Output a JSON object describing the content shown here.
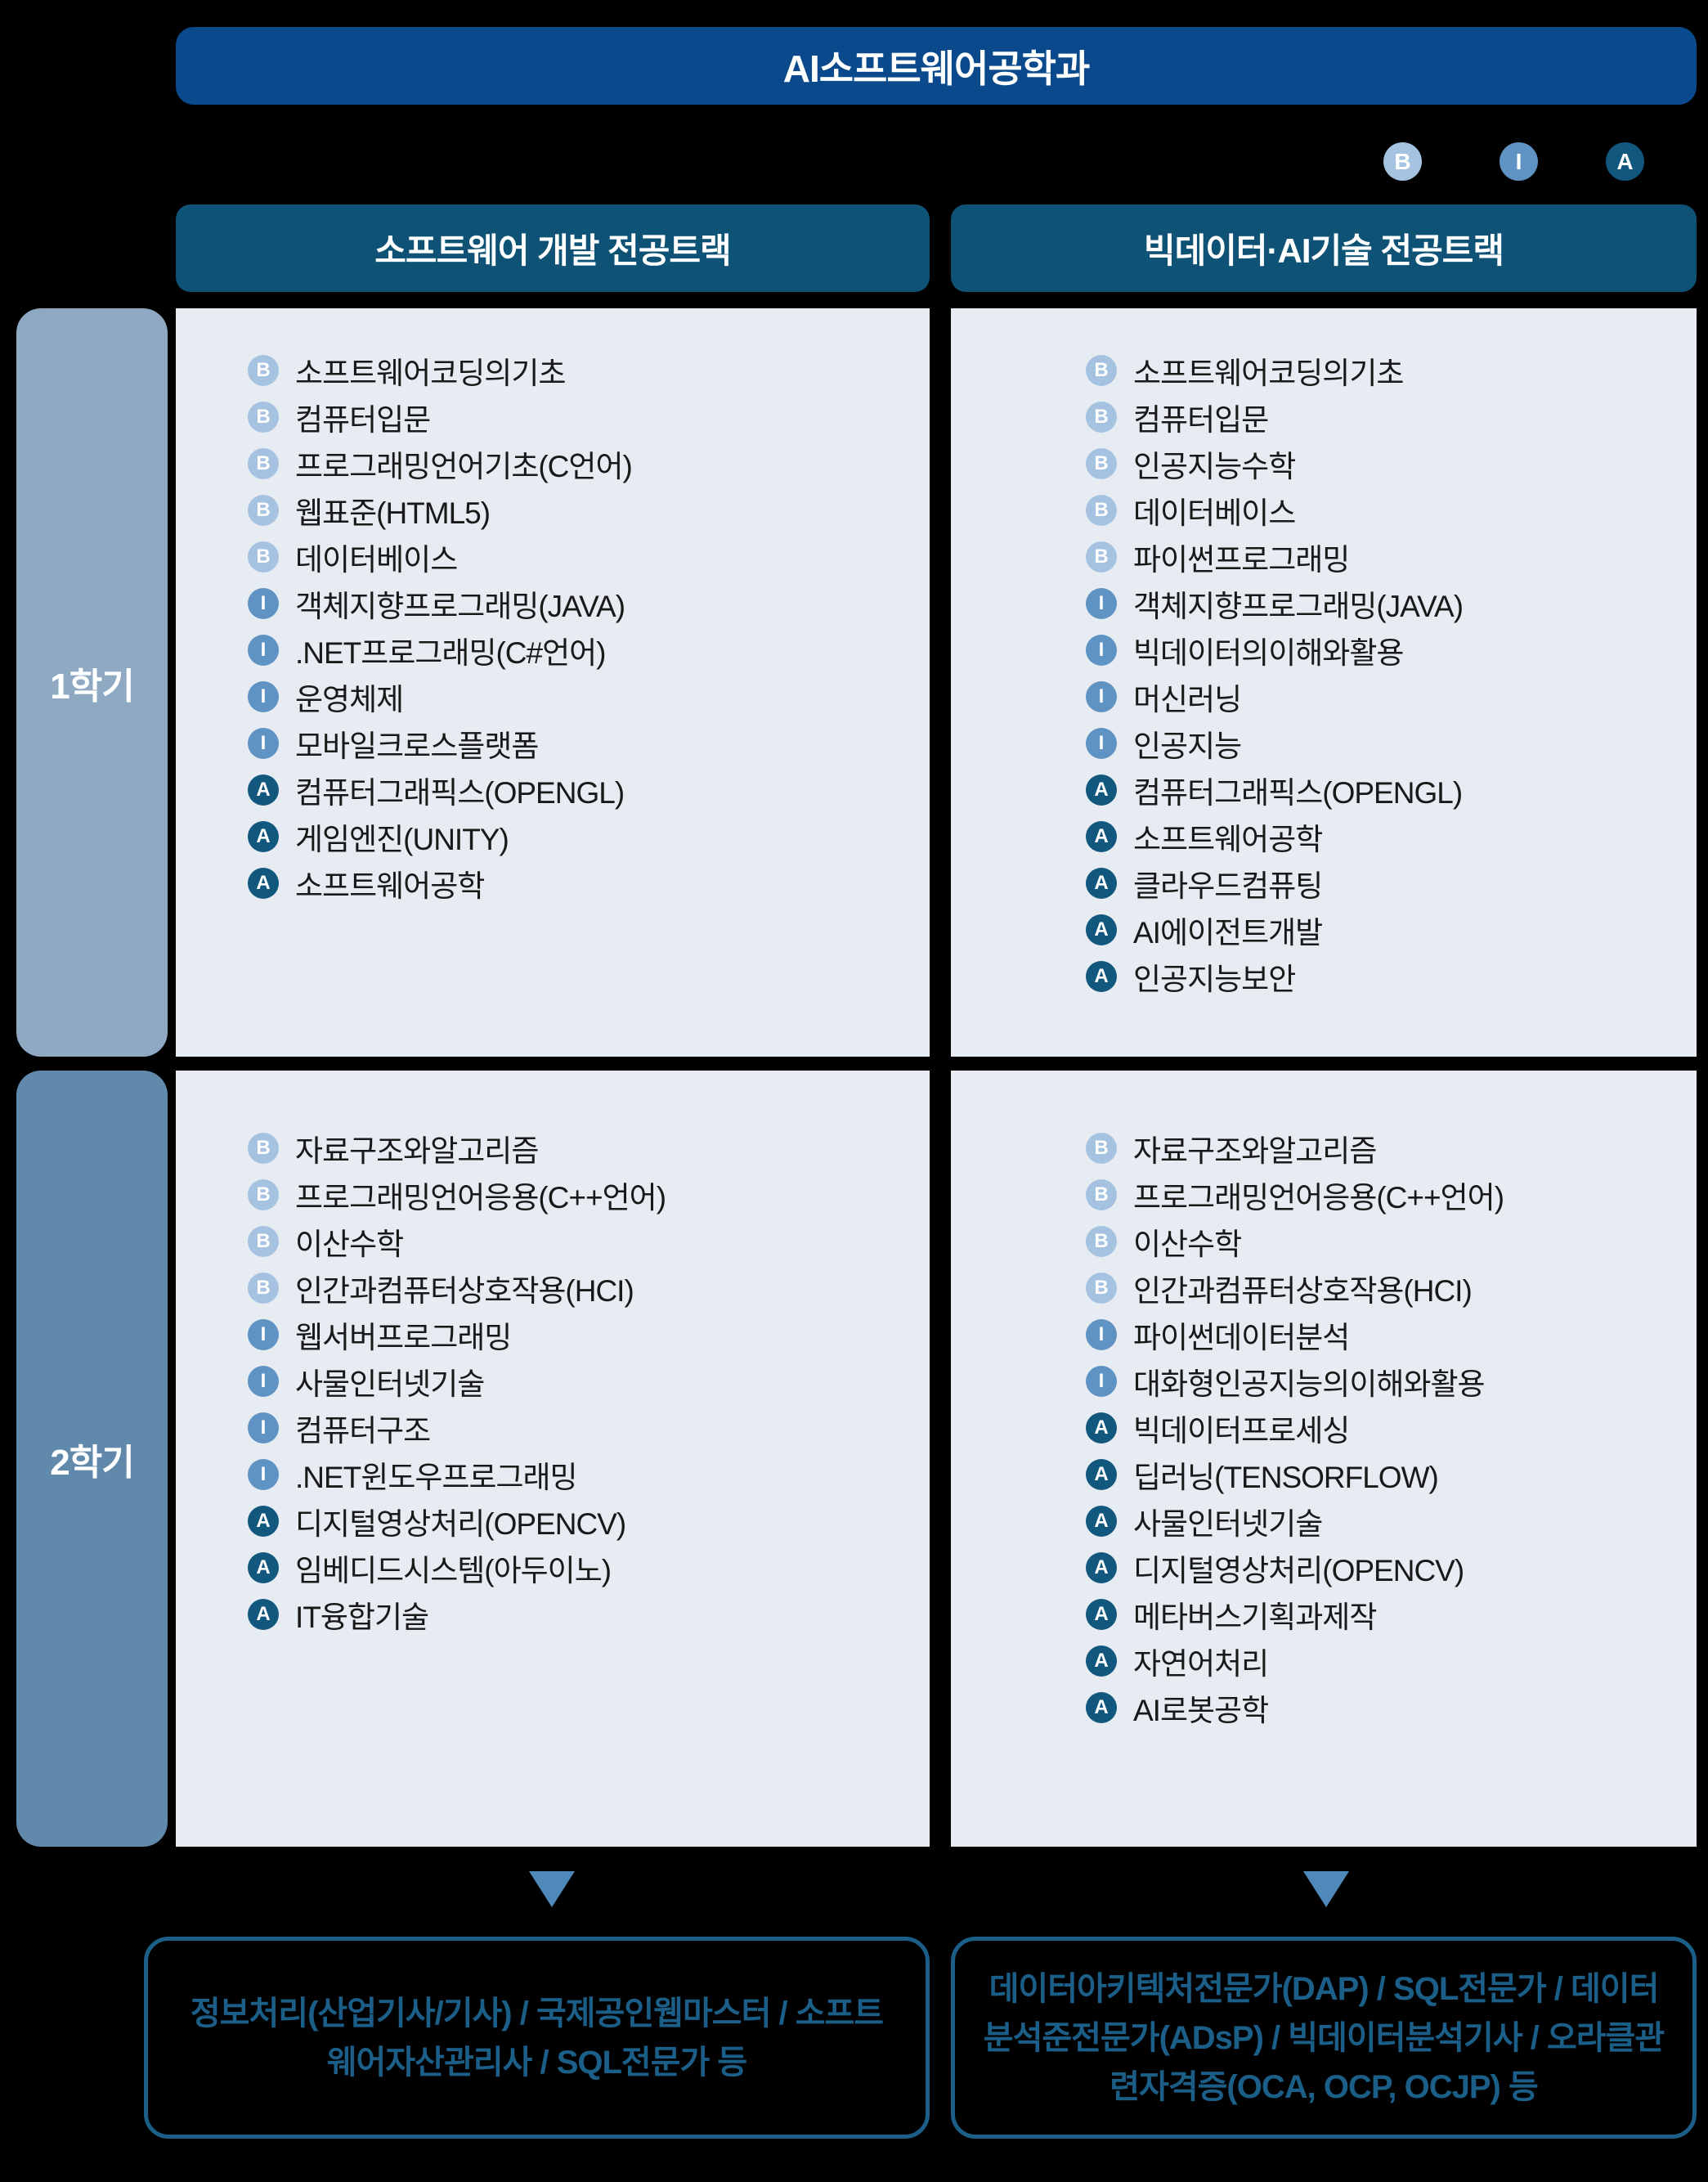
{
  "header": {
    "title": "AI소프트웨어공학과"
  },
  "legend": {
    "items": [
      {
        "label": "B",
        "color": "#a5c3e1"
      },
      {
        "label": "I",
        "color": "#5e93c3"
      },
      {
        "label": "A",
        "color": "#11577e"
      }
    ]
  },
  "tracks": [
    {
      "name": "소프트웨어 개발 전공트랙"
    },
    {
      "name": "빅데이터·AI기술 전공트랙"
    }
  ],
  "semesters": [
    {
      "label": "1학기",
      "columns": [
        [
          {
            "level": "B",
            "title": "소프트웨어코딩의기초"
          },
          {
            "level": "B",
            "title": "컴퓨터입문"
          },
          {
            "level": "B",
            "title": "프로그래밍언어기초(C언어)"
          },
          {
            "level": "B",
            "title": "웹표준(HTML5)"
          },
          {
            "level": "B",
            "title": "데이터베이스"
          },
          {
            "level": "I",
            "title": "객체지향프로그래밍(JAVA)"
          },
          {
            "level": "I",
            "title": ".NET프로그래밍(C#언어)"
          },
          {
            "level": "I",
            "title": "운영체제"
          },
          {
            "level": "I",
            "title": "모바일크로스플랫폼"
          },
          {
            "level": "A",
            "title": "컴퓨터그래픽스(OPENGL)"
          },
          {
            "level": "A",
            "title": "게임엔진(UNITY)"
          },
          {
            "level": "A",
            "title": "소프트웨어공학"
          }
        ],
        [
          {
            "level": "B",
            "title": "소프트웨어코딩의기초"
          },
          {
            "level": "B",
            "title": "컴퓨터입문"
          },
          {
            "level": "B",
            "title": "인공지능수학"
          },
          {
            "level": "B",
            "title": "데이터베이스"
          },
          {
            "level": "B",
            "title": "파이썬프로그래밍"
          },
          {
            "level": "I",
            "title": "객체지향프로그래밍(JAVA)"
          },
          {
            "level": "I",
            "title": "빅데이터의이해와활용"
          },
          {
            "level": "I",
            "title": "머신러닝"
          },
          {
            "level": "I",
            "title": "인공지능"
          },
          {
            "level": "A",
            "title": "컴퓨터그래픽스(OPENGL)"
          },
          {
            "level": "A",
            "title": "소프트웨어공학"
          },
          {
            "level": "A",
            "title": "클라우드컴퓨팅"
          },
          {
            "level": "A",
            "title": "AI에이전트개발"
          },
          {
            "level": "A",
            "title": "인공지능보안"
          }
        ]
      ]
    },
    {
      "label": "2학기",
      "columns": [
        [
          {
            "level": "B",
            "title": "자료구조와알고리즘"
          },
          {
            "level": "B",
            "title": "프로그래밍언어응용(C++언어)"
          },
          {
            "level": "B",
            "title": "이산수학"
          },
          {
            "level": "B",
            "title": "인간과컴퓨터상호작용(HCI)"
          },
          {
            "level": "I",
            "title": "웹서버프로그래밍"
          },
          {
            "level": "I",
            "title": "사물인터넷기술"
          },
          {
            "level": "I",
            "title": "컴퓨터구조"
          },
          {
            "level": "I",
            "title": ".NET윈도우프로그래밍"
          },
          {
            "level": "A",
            "title": "디지털영상처리(OPENCV)"
          },
          {
            "level": "A",
            "title": "임베디드시스템(아두이노)"
          },
          {
            "level": "A",
            "title": "IT융합기술"
          }
        ],
        [
          {
            "level": "B",
            "title": "자료구조와알고리즘"
          },
          {
            "level": "B",
            "title": "프로그래밍언어응용(C++언어)"
          },
          {
            "level": "B",
            "title": "이산수학"
          },
          {
            "level": "B",
            "title": "인간과컴퓨터상호작용(HCI)"
          },
          {
            "level": "I",
            "title": "파이썬데이터분석"
          },
          {
            "level": "I",
            "title": "대화형인공지능의이해와활용"
          },
          {
            "level": "A",
            "title": "빅데이터프로세싱"
          },
          {
            "level": "A",
            "title": "딥러닝(TENSORFLOW)"
          },
          {
            "level": "A",
            "title": "사물인터넷기술"
          },
          {
            "level": "A",
            "title": "디지털영상처리(OPENCV)"
          },
          {
            "level": "A",
            "title": "메타버스기획과제작"
          },
          {
            "level": "A",
            "title": "자연어처리"
          },
          {
            "level": "A",
            "title": "AI로봇공학"
          }
        ]
      ]
    }
  ],
  "certifications": [
    {
      "text": "정보처리(산업기사/기사) / 국제공인웹마스터 / 소프트웨어자산관리사 / SQL전문가 등"
    },
    {
      "text": "데이터아키텍처전문가(DAP) / SQL전문가 / 데이터분석준전문가(ADsP) / 빅데이터분석기사 / 오라클관련자격증(OCA, OCP, OCJP) 등"
    }
  ],
  "colors": {
    "background": "#000000",
    "title_bar": "#0a4a8c",
    "track_header": "#0e5375",
    "panel_background": "#e7ebf2",
    "semester1_label": "#8fa9c3",
    "semester2_label": "#6089ab",
    "badge_basic": "#a5c3e1",
    "badge_intermediate": "#5e93c3",
    "badge_advanced": "#11577e",
    "arrow": "#4e89b9",
    "certification_accent": "#1b5e88",
    "course_text": "#191919"
  }
}
